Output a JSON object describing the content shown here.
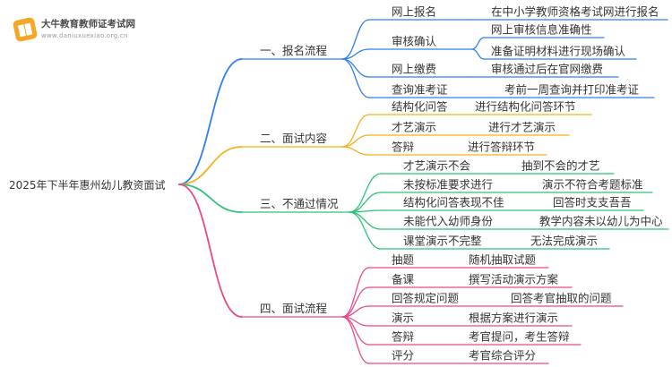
{
  "logo": {
    "title": "大牛教育教师证考试网",
    "url": "www.daniuxuexiao.org.cn",
    "icon": "book-icon",
    "color": "#f5a623"
  },
  "root": "2025年下半年惠州幼儿教资面试",
  "branches": [
    {
      "label": "一、报名流程",
      "color": "#2f80ed",
      "children": [
        {
          "label": "网上报名",
          "children": [
            "在中小学教师资格考试网进行报名"
          ]
        },
        {
          "label": "审核确认",
          "children": [
            "网上审核信息准确性",
            "准备证明材料进行现场确认"
          ]
        },
        {
          "label": "网上缴费",
          "children": [
            "审核通过后在官网缴费"
          ]
        },
        {
          "label": "查询准考证",
          "children": [
            "考前一周查询并打印准考证"
          ]
        }
      ]
    },
    {
      "label": "二、面试内容",
      "color": "#f5b21b",
      "children": [
        {
          "label": "结构化问答",
          "children": [
            "进行结构化问答环节"
          ]
        },
        {
          "label": "才艺演示",
          "children": [
            "进行才艺演示"
          ]
        },
        {
          "label": "答辩",
          "children": [
            "进行答辩环节"
          ]
        }
      ]
    },
    {
      "label": "三、不通过情况",
      "color": "#2cc27a",
      "children": [
        {
          "label": "才艺演示不会",
          "children": [
            "抽到不会的才艺"
          ]
        },
        {
          "label": "未按标准要求进行",
          "children": [
            "演示不符合考题标准"
          ]
        },
        {
          "label": "结构化问答表现不佳",
          "children": [
            "回答时支支吾吾"
          ]
        },
        {
          "label": "未能代入幼师身份",
          "children": [
            "教学内容未以幼儿为中心"
          ]
        },
        {
          "label": "课堂演示不完整",
          "children": [
            "无法完成演示"
          ]
        }
      ]
    },
    {
      "label": "四、面试流程",
      "color": "#e9498b",
      "children": [
        {
          "label": "抽题",
          "children": [
            "随机抽取试题"
          ]
        },
        {
          "label": "备课",
          "children": [
            "撰写活动演示方案"
          ]
        },
        {
          "label": "回答规定问题",
          "children": [
            "回答考官抽取的问题"
          ]
        },
        {
          "label": "演示",
          "children": [
            "根据方案进行演示"
          ]
        },
        {
          "label": "答辩",
          "children": [
            "考官提问，考生答辩"
          ]
        },
        {
          "label": "评分",
          "children": [
            "考官综合评分"
          ]
        }
      ]
    }
  ]
}
